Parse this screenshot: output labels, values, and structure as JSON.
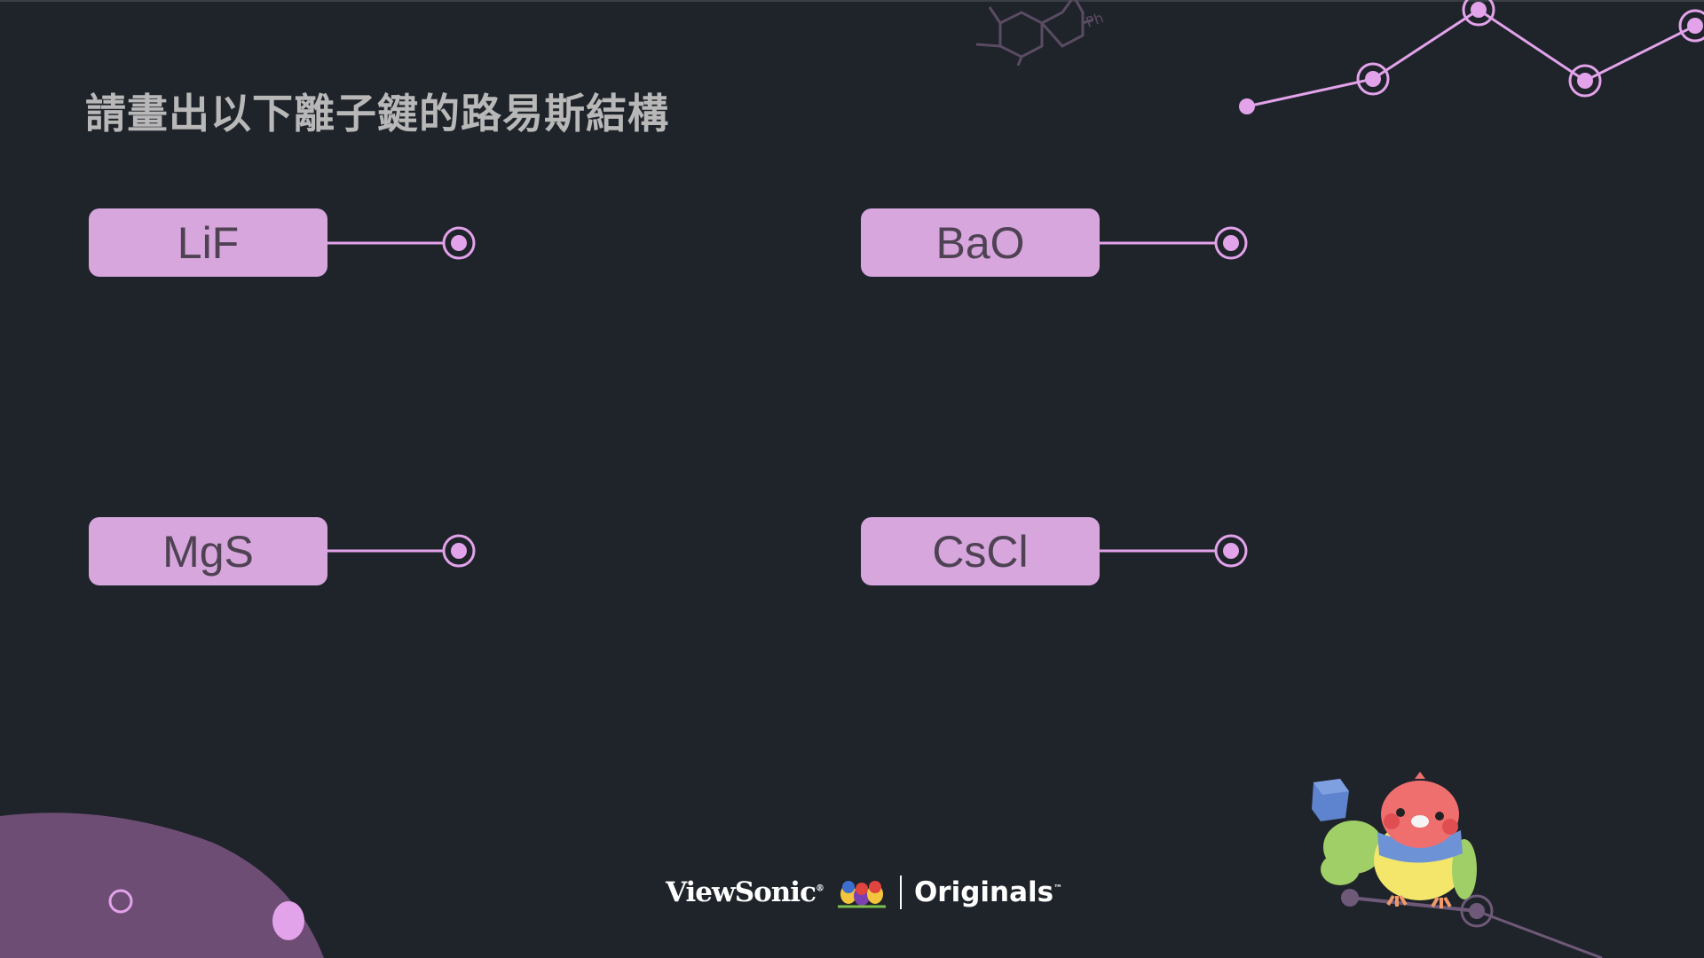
{
  "slide": {
    "title": "請畫出以下離子鍵的路易斯結構"
  },
  "compounds": [
    {
      "label": "LiF"
    },
    {
      "label": "BaO"
    },
    {
      "label": "MgS"
    },
    {
      "label": "CsCl"
    }
  ],
  "decoration": {
    "molecule_substituent": "Ph"
  },
  "footer": {
    "brand": "ViewSonic",
    "brand_mark": "®",
    "product": "Originals",
    "product_mark": "™"
  },
  "colors": {
    "background": "#1f232a",
    "accent": "#d6a6dd",
    "pill_text": "#4e4253",
    "title": "#b8b8b8",
    "blob": "#6e4d75",
    "line": "#e2a3ea"
  },
  "icons": [
    "molecule-icon",
    "zigzag-chart-icon",
    "parrot-mascot-icon",
    "brand-birds-icon"
  ]
}
